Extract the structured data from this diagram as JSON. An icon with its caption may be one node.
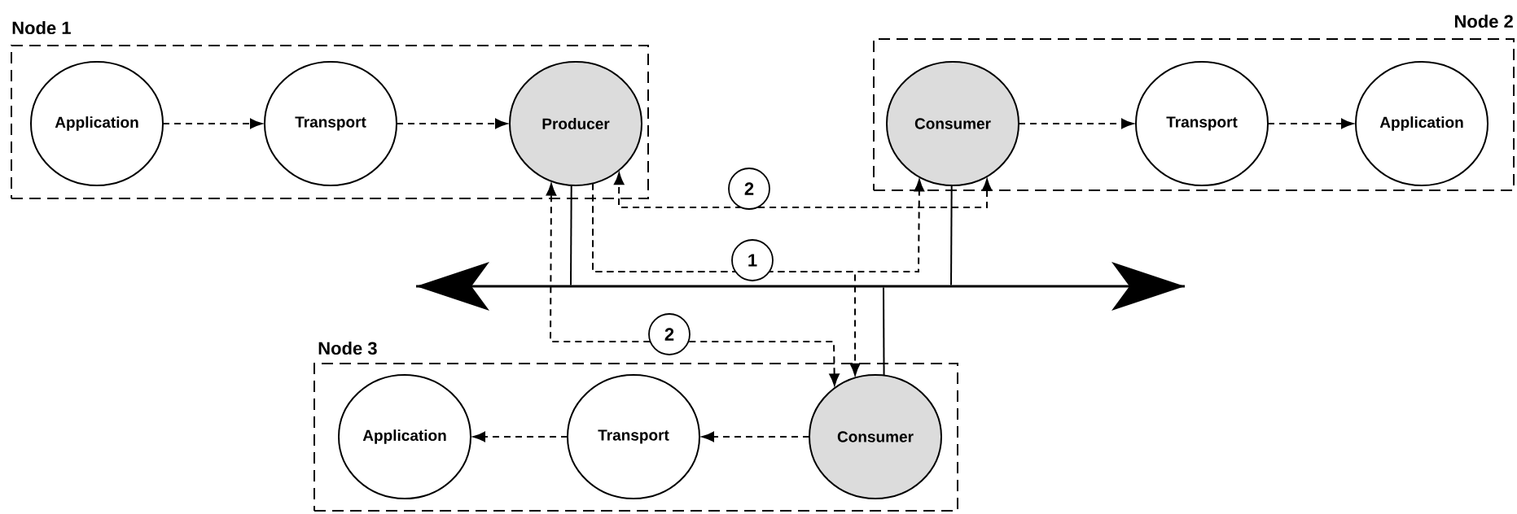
{
  "diagram": {
    "nodes": [
      {
        "text": [
          "Node 1"
        ]
      },
      {
        "text": [
          "Application"
        ],
        "in": 0
      },
      {
        "text": [
          "Transport"
        ],
        "in": 0
      },
      {
        "text": [
          "Producer"
        ],
        "in": 0
      },
      {
        "text": [
          "Node 2"
        ]
      },
      {
        "text": [
          "Consumer"
        ],
        "in": 4
      },
      {
        "text": [
          "Transport"
        ],
        "in": 4
      },
      {
        "text": [
          "Application"
        ],
        "in": 4
      },
      {
        "text": [],
        "shape": "bar"
      },
      {
        "text": [
          "Node 3"
        ]
      },
      {
        "text": [
          "Application"
        ],
        "in": 9
      },
      {
        "text": [
          "Transport"
        ],
        "in": 9
      },
      {
        "text": [
          "Consumer"
        ],
        "in": 9
      }
    ],
    "edges": [
      {
        "from": 1,
        "to": 2,
        "arrow": "to",
        "style": "dashed"
      },
      {
        "from": 2,
        "to": 3,
        "arrow": "to",
        "style": "dashed"
      },
      {
        "from": 5,
        "to": 6,
        "arrow": "to",
        "style": "dashed"
      },
      {
        "from": 6,
        "to": 7,
        "arrow": "to",
        "style": "dashed"
      },
      {
        "from": 12,
        "to": 11,
        "arrow": "to",
        "style": "dashed"
      },
      {
        "from": 11,
        "to": 10,
        "arrow": "to",
        "style": "dashed"
      },
      {
        "from": 3,
        "to": 8,
        "arrow": "none"
      },
      {
        "from": 5,
        "to": 8,
        "arrow": "none"
      },
      {
        "from": 8,
        "to": 12,
        "arrow": "none"
      },
      {
        "from": 3,
        "to": 5,
        "arrow": "to",
        "style": "dashed",
        "label": "1"
      },
      {
        "from": 3,
        "to": 12,
        "arrow": "to",
        "style": "dashed"
      },
      {
        "from": 5,
        "to": 3,
        "arrow": "both",
        "style": "dashed",
        "label": "2"
      },
      {
        "from": 12,
        "to": 3,
        "arrow": "both",
        "style": "dashed",
        "label": "2"
      }
    ]
  }
}
